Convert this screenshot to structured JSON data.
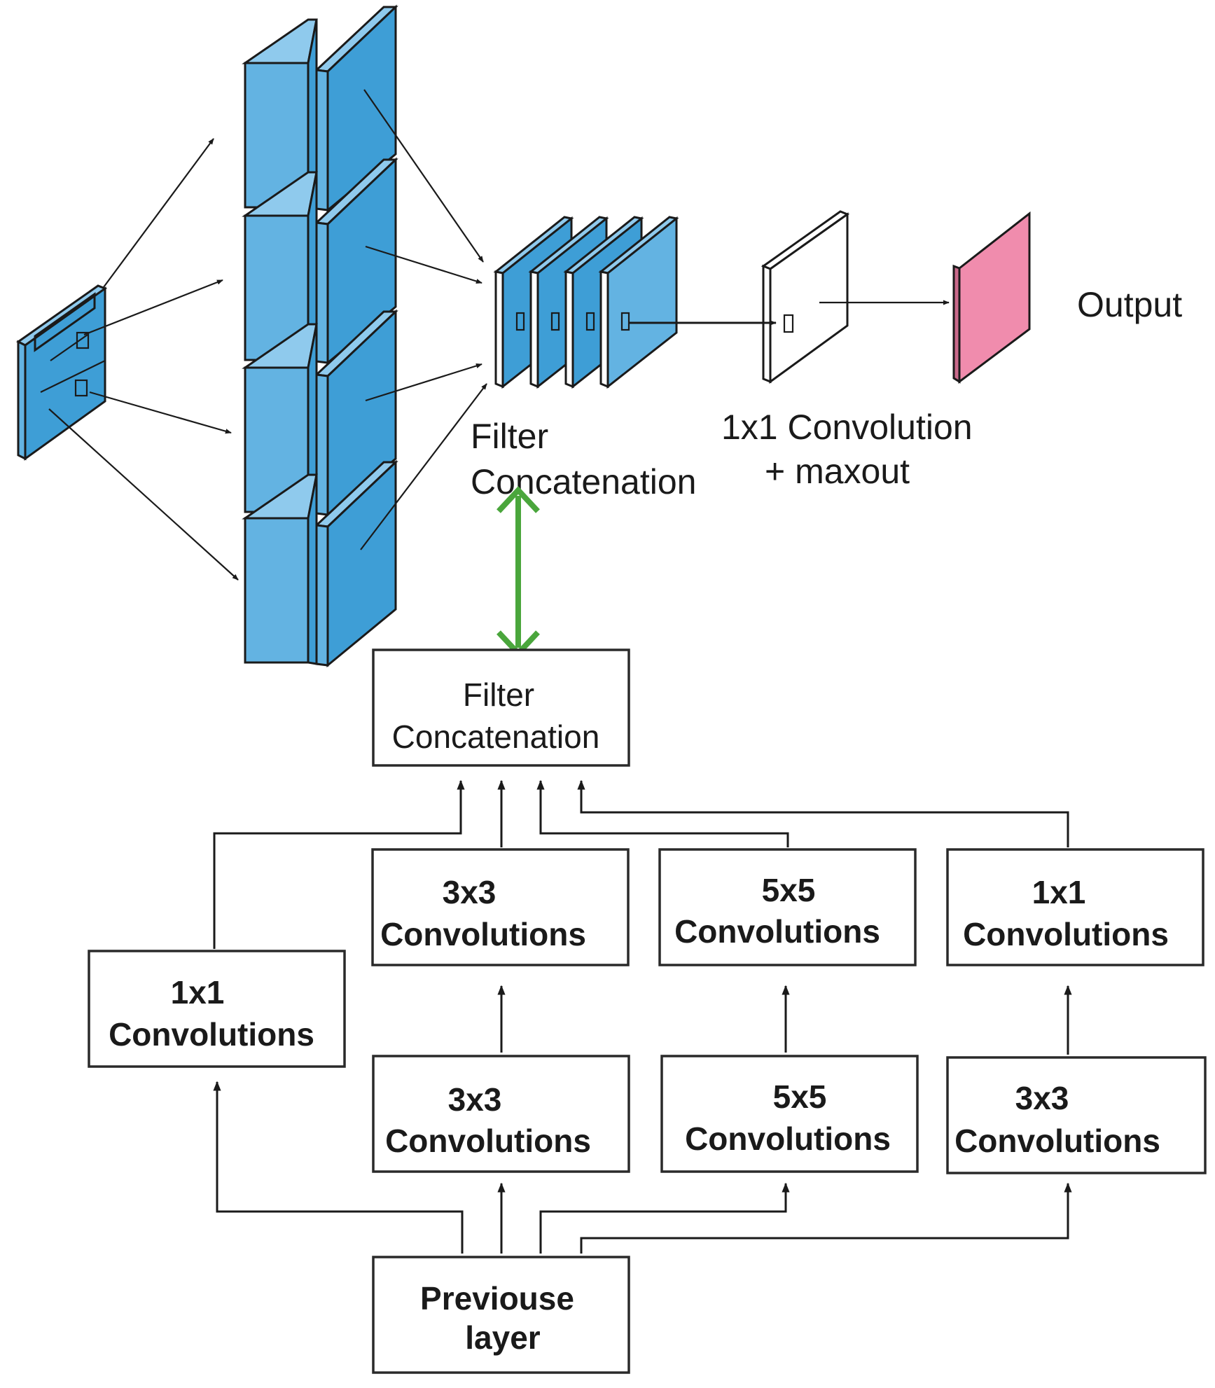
{
  "top": {
    "filter_concat_line1": "Filter",
    "filter_concat_line2": "Concatenation",
    "conv_line1": "1x1 Convolution",
    "conv_line2": "+ maxout",
    "output": "Output"
  },
  "bottom": {
    "filter_concat_line1": "Filter",
    "filter_concat_line2": "Concatenation",
    "branch1": {
      "size": "1x1",
      "label": "Convolutions"
    },
    "branch2_upper": {
      "size": "3x3",
      "label": "Convolutions"
    },
    "branch2_lower": {
      "size": "3x3",
      "label": "Convolutions"
    },
    "branch3_upper": {
      "size": "5x5",
      "label": "Convolutions"
    },
    "branch3_lower": {
      "size": "5x5",
      "label": "Convolutions"
    },
    "branch4_upper": {
      "size": "1x1",
      "label": "Convolutions"
    },
    "branch4_lower": {
      "size": "3x3",
      "label": "Convolutions"
    },
    "previous_line1": "Previouse",
    "previous_line2": "layer"
  },
  "colors": {
    "feature_map": "#63b3e2",
    "output": "#f08cad",
    "link_arrow": "#4aa63c"
  }
}
